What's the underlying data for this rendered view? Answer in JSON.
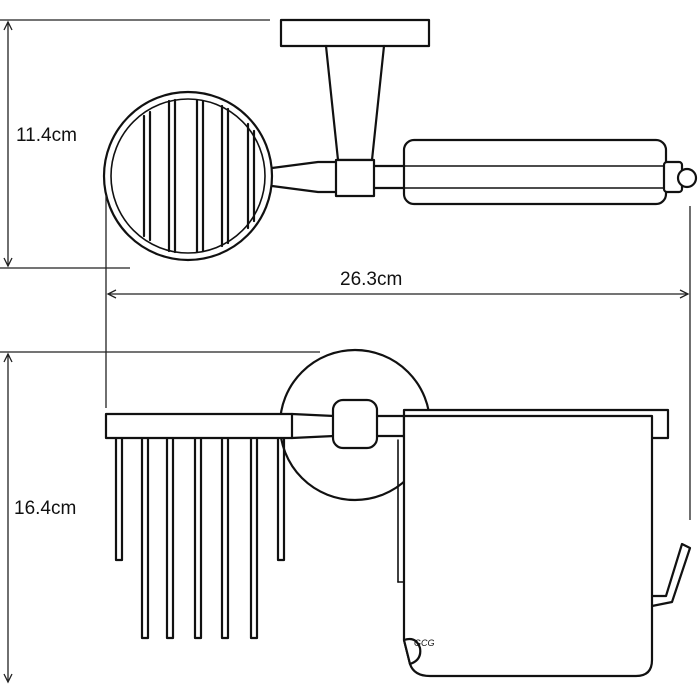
{
  "dimensions": {
    "depth": "11.4cm",
    "width": "26.3cm",
    "height": "16.4cm"
  },
  "logo_text": "GCG",
  "colors": {
    "line": "#111111",
    "background": "#ffffff"
  }
}
